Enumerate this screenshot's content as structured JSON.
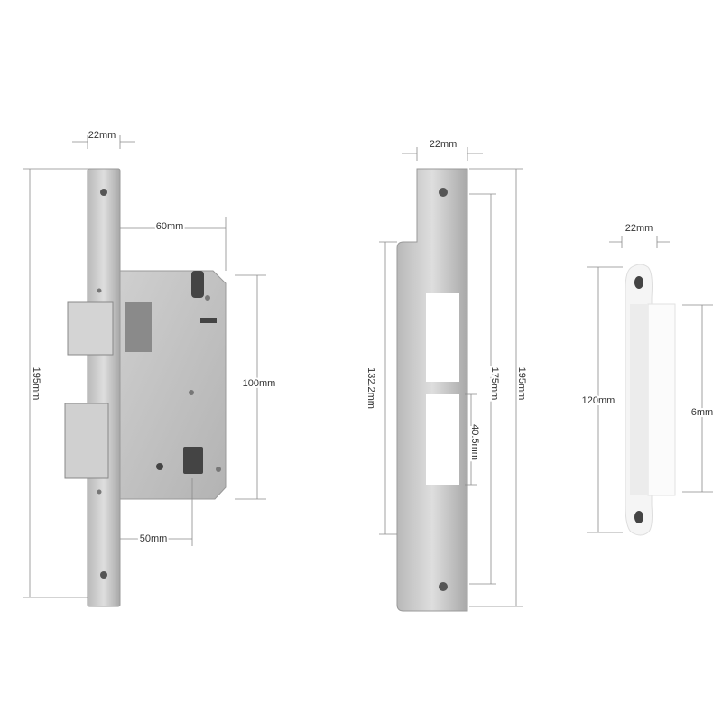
{
  "mortise_lock": {
    "faceplate_width": "22mm",
    "backset_case_width": "60mm",
    "faceplate_length": "195mm",
    "case_height": "100mm",
    "backset": "50mm"
  },
  "strike_plate": {
    "width": "22mm",
    "flange_length": "132.2mm",
    "hole_spacing": "175mm",
    "length": "195mm",
    "opening_height": "40.5mm"
  },
  "strike_box": {
    "width": "22mm",
    "length": "120mm",
    "box_length": "6mm"
  },
  "colors": {
    "steel": "#c9c9c9",
    "steel_dark": "#9d9d9d",
    "plastic": "#f4f4f4",
    "dimension_line": "#8a8a8a"
  }
}
